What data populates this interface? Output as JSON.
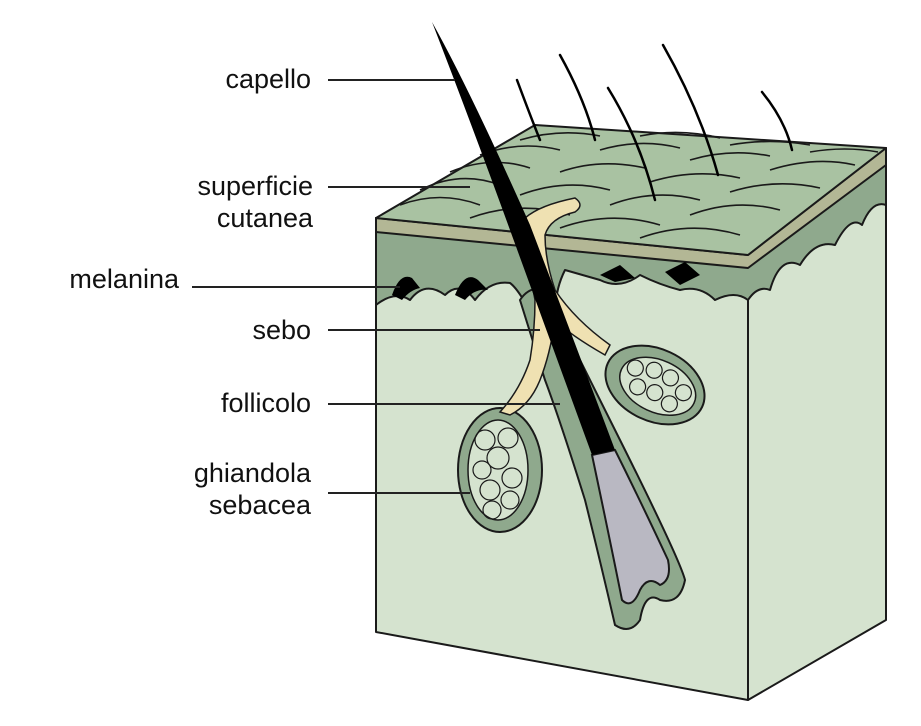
{
  "labels": {
    "capello": "capello",
    "superficie_1": "superficie",
    "superficie_2": "cutanea",
    "melanina": "melanina",
    "sebo": "sebo",
    "follicolo": "follicolo",
    "ghiandola_1": "ghiandola",
    "ghiandola_2": "sebacea"
  },
  "colors": {
    "surface": "#a9c2a2",
    "epidermis": "#8fa98d",
    "dermis": "#d5e3cf",
    "band": "#b3b795",
    "sebum": "#efe1b2",
    "bulb": "#b9b8c2",
    "hair": "#000000"
  }
}
